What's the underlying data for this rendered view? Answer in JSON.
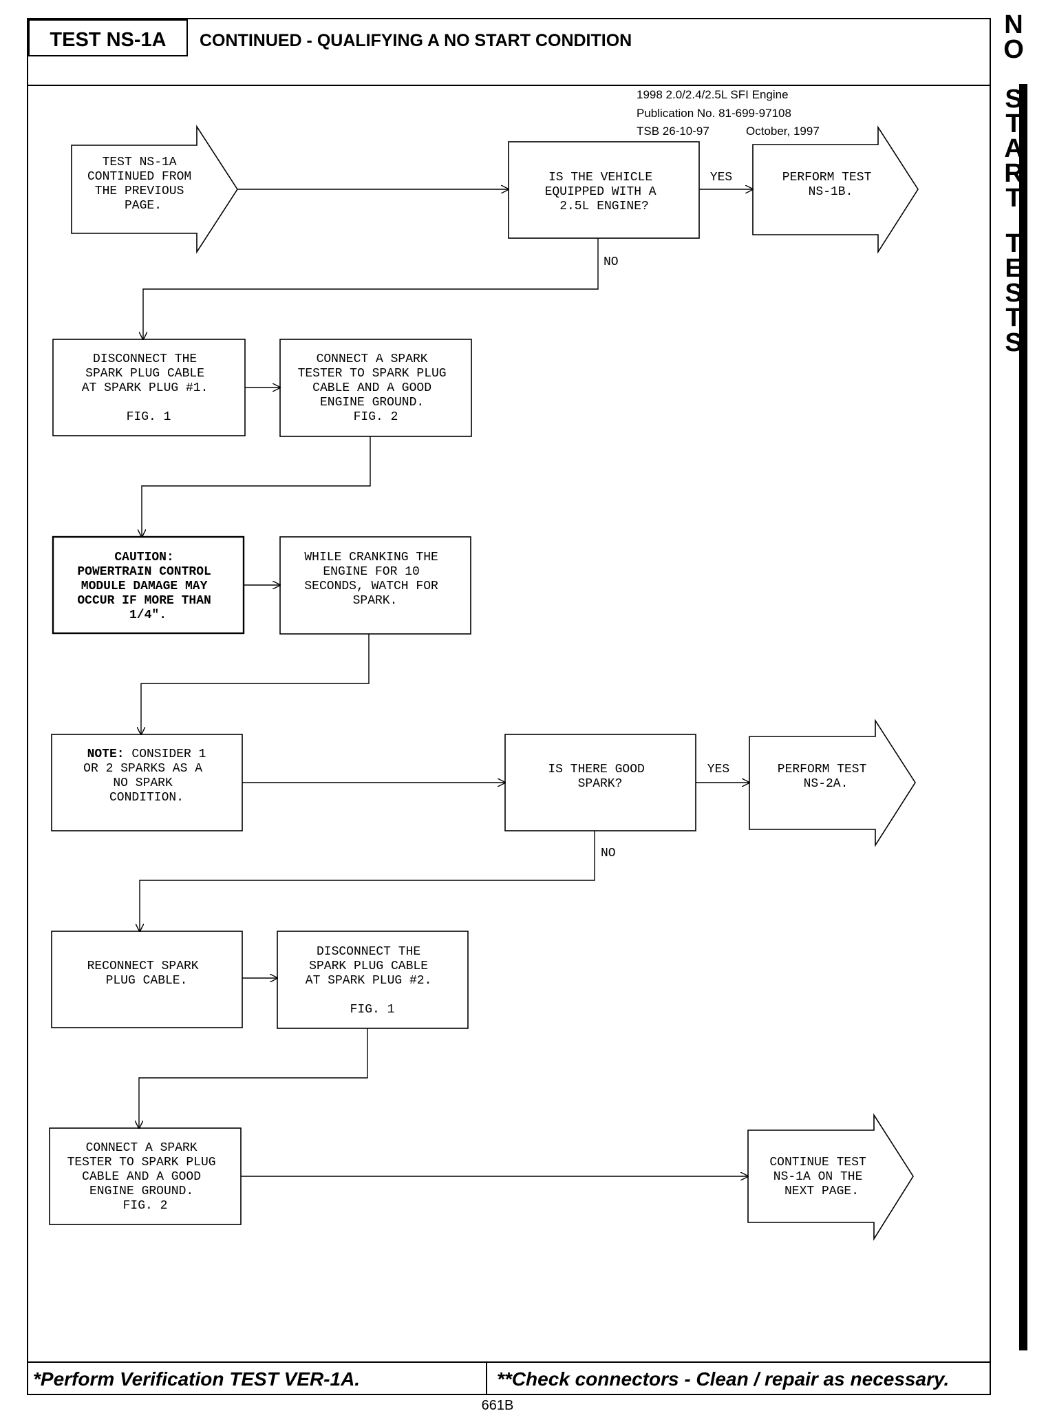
{
  "header": {
    "test_id": "TEST NS-1A",
    "title": "CONTINUED - QUALIFYING A NO START CONDITION"
  },
  "publication": {
    "engine": "1998 2.0/2.4/2.5L SFI Engine",
    "publication_no": "Publication No. 81-699-97108",
    "tsb": "TSB 26-10-97",
    "date": "October, 1997"
  },
  "side_tab": {
    "word1": [
      "N",
      "O"
    ],
    "word2": [
      "S",
      "T",
      "A",
      "R",
      "T"
    ],
    "word3": [
      "T",
      "E",
      "S",
      "T",
      "S"
    ]
  },
  "flow": {
    "start": [
      "TEST NS-1A",
      "CONTINUED FROM",
      "THE PREVIOUS",
      "PAGE."
    ],
    "q1": [
      "IS THE VEHICLE",
      "EQUIPPED WITH A",
      "2.5L ENGINE?"
    ],
    "q1_yes_target": [
      "PERFORM TEST",
      "NS-1B."
    ],
    "step1": [
      "DISCONNECT THE",
      "SPARK PLUG CABLE",
      "AT SPARK PLUG #1.",
      "",
      "FIG. 1"
    ],
    "step2": [
      "CONNECT A SPARK",
      "TESTER TO SPARK PLUG",
      "CABLE AND A GOOD",
      "ENGINE GROUND.",
      "FIG. 2"
    ],
    "caution": [
      "CAUTION:",
      "POWERTRAIN CONTROL",
      "MODULE DAMAGE MAY",
      "OCCUR IF MORE THAN",
      "1/4\"."
    ],
    "step3": [
      "WHILE CRANKING THE",
      "ENGINE FOR 10",
      "SECONDS, WATCH FOR",
      "SPARK."
    ],
    "note_label": "NOTE:",
    "note_rest": " CONSIDER 1",
    "note": [
      "OR 2 SPARKS AS A",
      "NO SPARK",
      "CONDITION."
    ],
    "q2": [
      "IS THERE GOOD",
      "SPARK?"
    ],
    "q2_yes_target": [
      "PERFORM TEST",
      "NS-2A."
    ],
    "step4": [
      "RECONNECT SPARK",
      "PLUG CABLE."
    ],
    "step5": [
      "DISCONNECT THE",
      "SPARK PLUG CABLE",
      "AT SPARK PLUG #2.",
      "",
      "FIG. 1"
    ],
    "step6": [
      "CONNECT A SPARK",
      "TESTER TO SPARK PLUG",
      "CABLE AND A GOOD",
      "ENGINE GROUND.",
      "FIG. 2"
    ],
    "end": [
      "CONTINUE TEST",
      "NS-1A ON THE",
      "NEXT PAGE."
    ],
    "yes_label": "YES",
    "no_label": "NO"
  },
  "footer": {
    "left": "*Perform Verification TEST VER-1A.",
    "right": "**Check connectors - Clean / repair as necessary."
  },
  "page_number": "661B"
}
